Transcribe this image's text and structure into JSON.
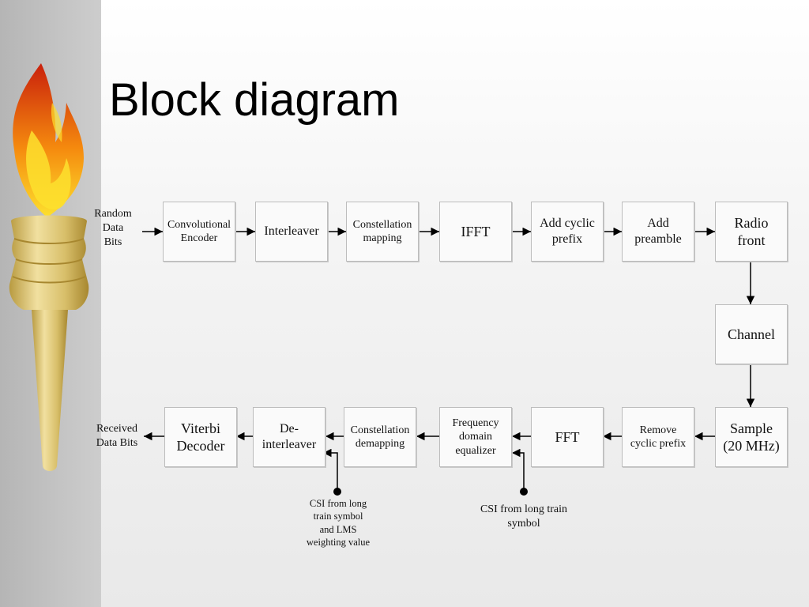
{
  "slide": {
    "title": "Block diagram"
  },
  "diagram": {
    "tx_chain": {
      "input_label": "Random\nData\nBits",
      "blocks": [
        "Convolutional\nEncoder",
        "Interleaver",
        "Constellation\nmapping",
        "IFFT",
        "Add cyclic\nprefix",
        "Add\npreamble",
        "Radio\nfront"
      ]
    },
    "channel_block": "Channel",
    "rx_chain": {
      "blocks": [
        "Sample\n(20 MHz)",
        "Remove\ncyclic prefix",
        "FFT",
        "Frequency\ndomain\nequalizer",
        "Constellation\ndemapping",
        "De-\ninterleaver",
        "Viterbi\nDecoder"
      ],
      "output_label": "Received\nData Bits"
    },
    "side_inputs": {
      "csi_deinterleaver": "CSI from long\ntrain symbol\nand LMS\nweighting value",
      "csi_equalizer": "CSI from long train\nsymbol"
    },
    "colors": {
      "box_fill": "#fafafa",
      "box_border": "#bdbdbd",
      "line": "#000000",
      "sidebar": "#c2c2c2",
      "flame_red": "#d42a10",
      "flame_orange": "#f58a0e",
      "flame_yellow": "#fde02e",
      "torch_gold": "#d8bf6a"
    }
  }
}
